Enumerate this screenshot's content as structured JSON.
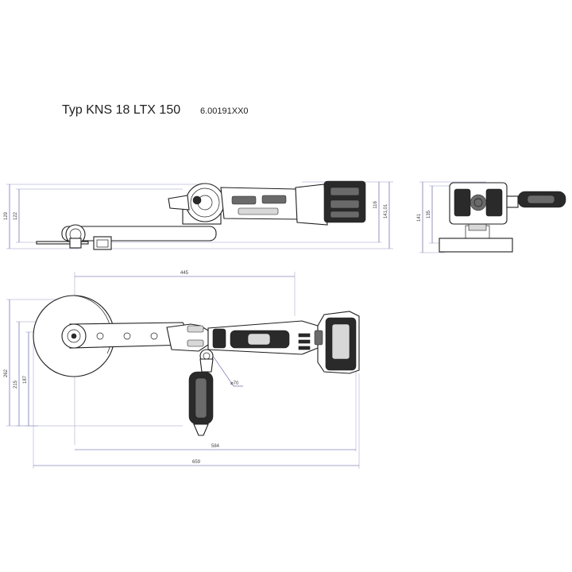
{
  "header": {
    "title": "Typ KNS 18 LTX  150",
    "article_number": "6.00191XX0"
  },
  "side_view": {
    "dims": {
      "d129": "129",
      "d122": "122",
      "d116": "116",
      "d141_01": "141,01"
    }
  },
  "front_view": {
    "dims": {
      "d141": "141",
      "d135": "135"
    }
  },
  "top_view": {
    "dims": {
      "d445": "445",
      "d262": "262",
      "d215": "215",
      "d187": "187",
      "d584": "584",
      "d659": "659",
      "phi70": "⌀70"
    }
  }
}
